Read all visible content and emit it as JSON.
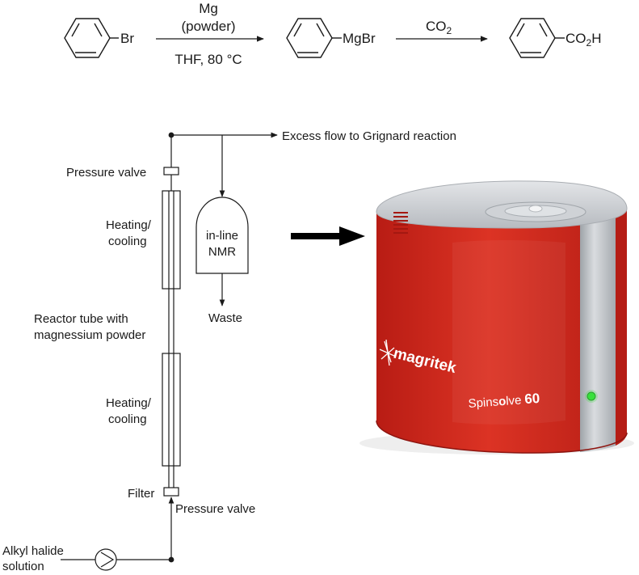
{
  "reaction": {
    "reactant_label": "Br",
    "reagent_1": "Mg",
    "reagent_2": "(powder)",
    "conditions": "THF, 80 °C",
    "intermediate_label": "MgBr",
    "co2_main": "CO",
    "co2_sub": "2",
    "product_main": "CO",
    "product_sub": "2",
    "product_end": "H"
  },
  "flow": {
    "excess_flow": "Excess flow to Grignard reaction",
    "pressure_valve_top": "Pressure valve",
    "heating_1a": "Heating/",
    "heating_1b": "cooling",
    "reactor_a": "Reactor tube with",
    "reactor_b": "magnessium powder",
    "heating_2a": "Heating/",
    "heating_2b": "cooling",
    "filter": "Filter",
    "pressure_valve_bottom": "Pressure valve",
    "alkyl_a": "Alkyl halide",
    "alkyl_b": "solution",
    "nmr_a": "in-line",
    "nmr_b": "NMR",
    "waste": "Waste"
  },
  "instrument": {
    "brand": "magritek",
    "model_a": "Spins",
    "model_o": "o",
    "model_b": "lve",
    "model_num": "60",
    "colors": {
      "body": "#d42a1f",
      "lid": "#c9ccd0",
      "panel": "#b8bcc0",
      "led": "#39e03c"
    }
  }
}
